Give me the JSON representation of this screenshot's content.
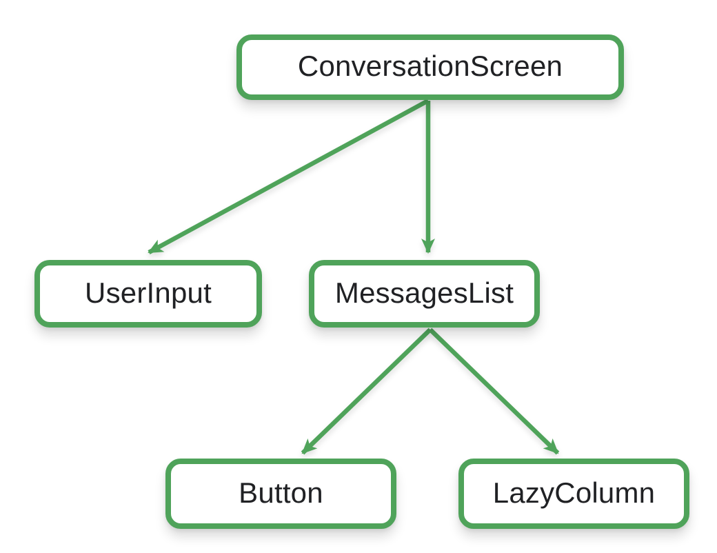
{
  "diagram": {
    "type": "tree",
    "nodes": [
      {
        "id": "conversation-screen",
        "label": "ConversationScreen"
      },
      {
        "id": "user-input",
        "label": "UserInput"
      },
      {
        "id": "messages-list",
        "label": "MessagesList"
      },
      {
        "id": "button",
        "label": "Button"
      },
      {
        "id": "lazy-column",
        "label": "LazyColumn"
      }
    ],
    "edges": [
      {
        "from": "ConversationScreen",
        "to": "UserInput"
      },
      {
        "from": "ConversationScreen",
        "to": "MessagesList"
      },
      {
        "from": "MessagesList",
        "to": "Button"
      },
      {
        "from": "MessagesList",
        "to": "LazyColumn"
      }
    ],
    "colors": {
      "node_border": "#4FA35A",
      "edge": "#4FA35A",
      "node_fill": "#FFFFFF",
      "text": "#202124",
      "background": "#FFFFFF"
    }
  }
}
